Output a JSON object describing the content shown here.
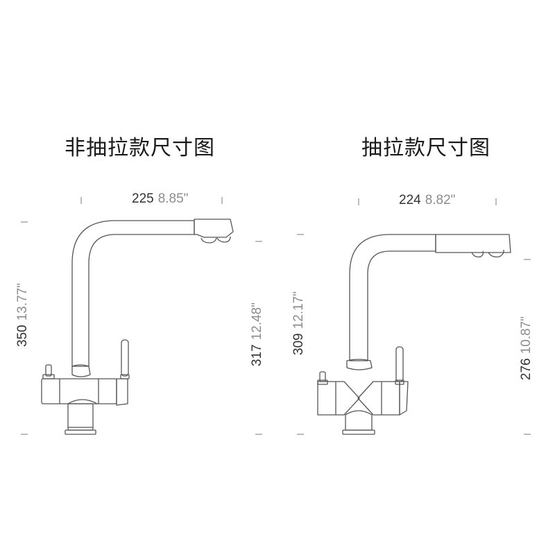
{
  "colors": {
    "text": "#333333",
    "inch_text": "#8c8c8c",
    "outline": "#555555",
    "tick": "#999999"
  },
  "left": {
    "title": "非抽拉款尺寸图",
    "width_mm": "225",
    "width_in": "8.85\"",
    "height_mm": "350",
    "height_in": "13.77\"",
    "spout_mm": "317",
    "spout_in": "12.48\""
  },
  "right": {
    "title": "抽拉款尺寸图",
    "width_mm": "224",
    "width_in": "8.82\"",
    "height_mm": "309",
    "height_in": "12.17\"",
    "spout_mm": "276",
    "spout_in": "10.87\""
  }
}
